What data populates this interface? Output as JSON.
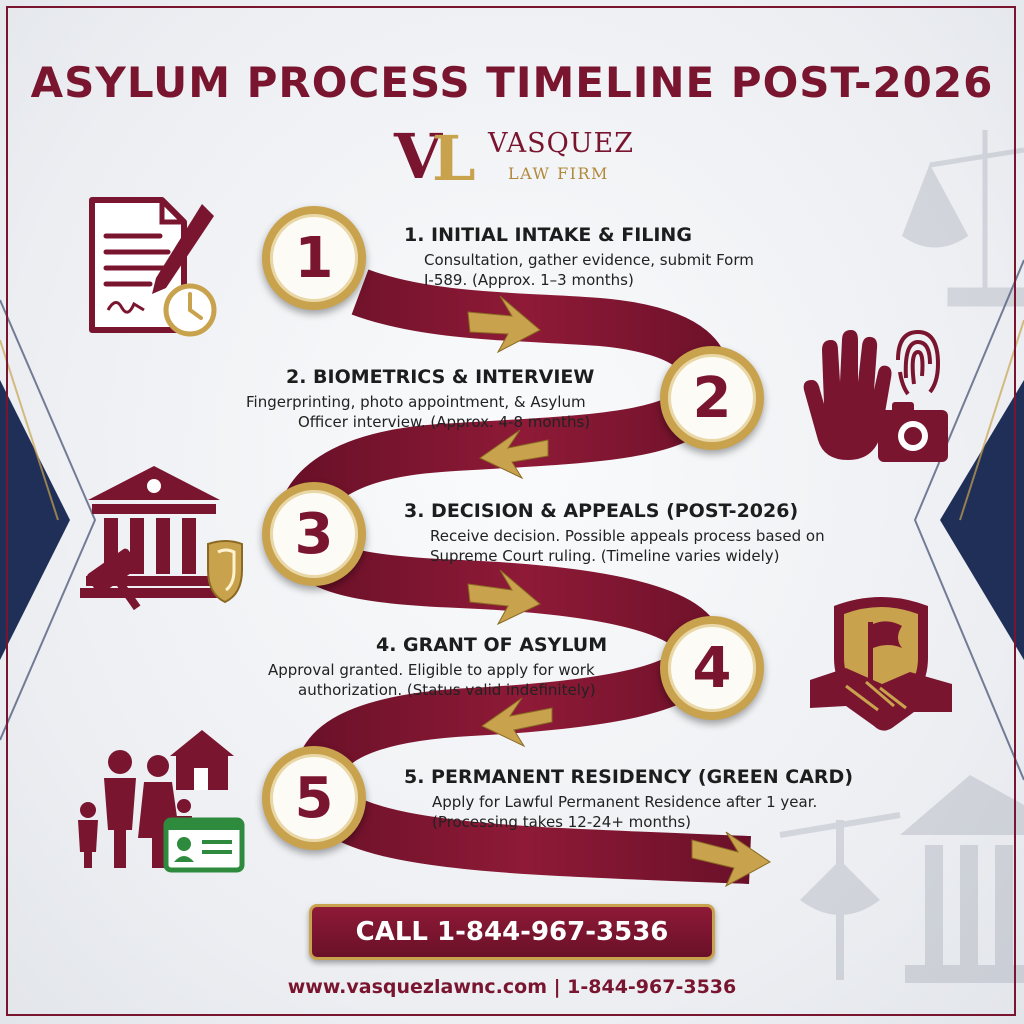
{
  "title": "ASYLUM PROCESS TIMELINE POST-2026",
  "brand": {
    "monogram": "VL",
    "name": "VASQUEZ",
    "subtitle": "LAW FIRM"
  },
  "steps": [
    {
      "number": "1",
      "title": "1. INITIAL INTAKE & FILING",
      "description": [
        "Consultation, gather evidence, submit Form",
        "I-589. (Approx. 1–3 months)"
      ],
      "icon": "document-pen-clock-icon"
    },
    {
      "number": "2",
      "title": "2. BIOMETRICS & INTERVIEW",
      "description": [
        "Fingerprinting, photo appointment, & Asylum",
        "Officer interview. (Approx. 4-8 months)"
      ],
      "icon": "hand-fingerprint-camera-icon"
    },
    {
      "number": "3",
      "title": "3. DECISION & APPEALS (POST-2026)",
      "description": [
        "Receive decision. Possible appeals process based on",
        "Supreme Court ruling. (Timeline varies widely)"
      ],
      "icon": "courthouse-gavel-shield-icon"
    },
    {
      "number": "4",
      "title": "4. GRANT OF ASYLUM",
      "description": [
        "Approval granted. Eligible to apply for work",
        "authorization. (Status valid indefinitely)"
      ],
      "icon": "shield-flag-handshake-icon"
    },
    {
      "number": "5",
      "title": "5. PERMANENT RESIDENCY (GREEN CARD)",
      "description": [
        "Apply for Lawful Permanent Residence after 1 year.",
        "(Processing takes 12-24+ months)"
      ],
      "icon": "family-house-green-card-icon"
    }
  ],
  "cta": {
    "label": "CALL 1-844-967-3536"
  },
  "footer": {
    "text": "www.vasquezlawnc.com | 1-844-967-3536"
  },
  "colors": {
    "maroon": "#7a1530",
    "gold": "#c9a24e",
    "navy": "#1f2f57",
    "green": "#2e8b3e"
  }
}
